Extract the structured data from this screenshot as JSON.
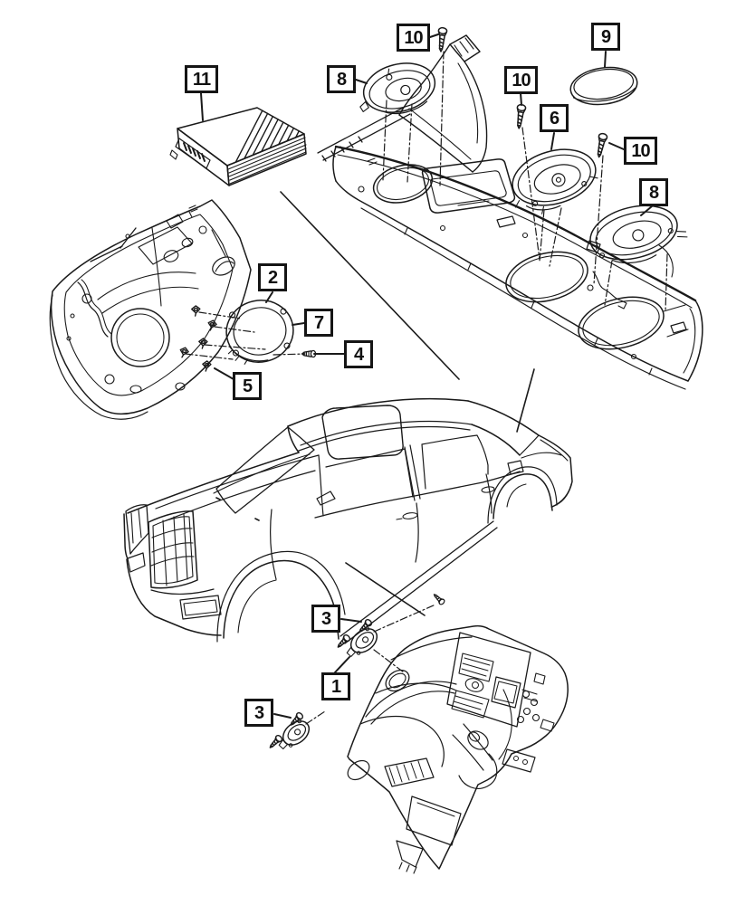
{
  "diagram": {
    "background_color": "#ffffff",
    "line_color": "#1a1a1a",
    "callouts": [
      {
        "name": "callout-11",
        "label": "11"
      },
      {
        "name": "callout-10-top",
        "label": "10"
      },
      {
        "name": "callout-8-left",
        "label": "8"
      },
      {
        "name": "callout-9",
        "label": "9"
      },
      {
        "name": "callout-10-middle",
        "label": "10"
      },
      {
        "name": "callout-6",
        "label": "6"
      },
      {
        "name": "callout-10-right",
        "label": "10"
      },
      {
        "name": "callout-8-right",
        "label": "8"
      },
      {
        "name": "callout-2",
        "label": "2"
      },
      {
        "name": "callout-7",
        "label": "7"
      },
      {
        "name": "callout-4",
        "label": "4"
      },
      {
        "name": "callout-5",
        "label": "5"
      },
      {
        "name": "callout-3-upper",
        "label": "3"
      },
      {
        "name": "callout-1",
        "label": "1"
      },
      {
        "name": "callout-3-lower",
        "label": "3"
      }
    ]
  }
}
